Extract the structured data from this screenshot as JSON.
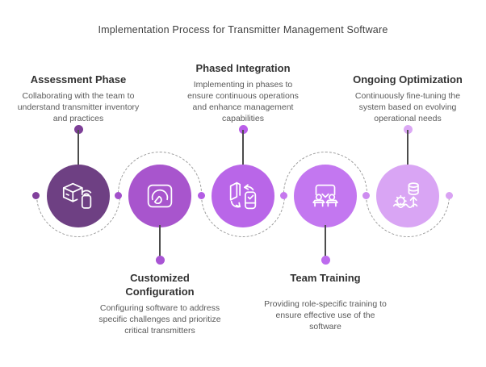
{
  "title": "Implementation Process for Transmitter Management Software",
  "colors": {
    "title_text": "#3e3e3e",
    "heading_text": "#323232",
    "body_text": "#5a5a5a",
    "connector_line": "#4c4c4c",
    "dashed_arc": "#9b9b9b",
    "icon_stroke": "#ffffff"
  },
  "steps": [
    {
      "heading": "Assessment Phase",
      "description": "Collaborating with the team to understand transmitter inventory and practices",
      "icon": "package-transmitter-icon",
      "circle_color": "#6e4083",
      "dot_color": "#7d3f97",
      "text_position": "top"
    },
    {
      "heading": "Customized Configuration",
      "description": "Configuring software to address specific challenges and prioritize critical transmitters",
      "icon": "gauge-icon",
      "circle_color": "#a855cd",
      "dot_color": "#a854d4",
      "text_position": "bottom"
    },
    {
      "heading": "Phased Integration",
      "description": "Implementing in phases to ensure continuous operations and enhance management capabilities",
      "icon": "device-sync-icon",
      "circle_color": "#b966e8",
      "dot_color": "#ba5ee9",
      "text_position": "top"
    },
    {
      "heading": "Team Training",
      "description": "Providing role-specific training to ensure effective use of the software",
      "icon": "team-training-icon",
      "circle_color": "#c377f0",
      "dot_color": "#bd6bee",
      "text_position": "bottom"
    },
    {
      "heading": "Ongoing Optimization",
      "description": "Continuously fine-tuning the system based on evolving operational needs",
      "icon": "gear-database-growth-icon",
      "circle_color": "#d9a5f4",
      "dot_color": "#dca9f5",
      "text_position": "top"
    }
  ],
  "waypoint_colors": [
    "#81409c",
    "#a24fca",
    "#b35ce4",
    "#c678ee",
    "#cd8cf0",
    "#d9a2f3"
  ]
}
